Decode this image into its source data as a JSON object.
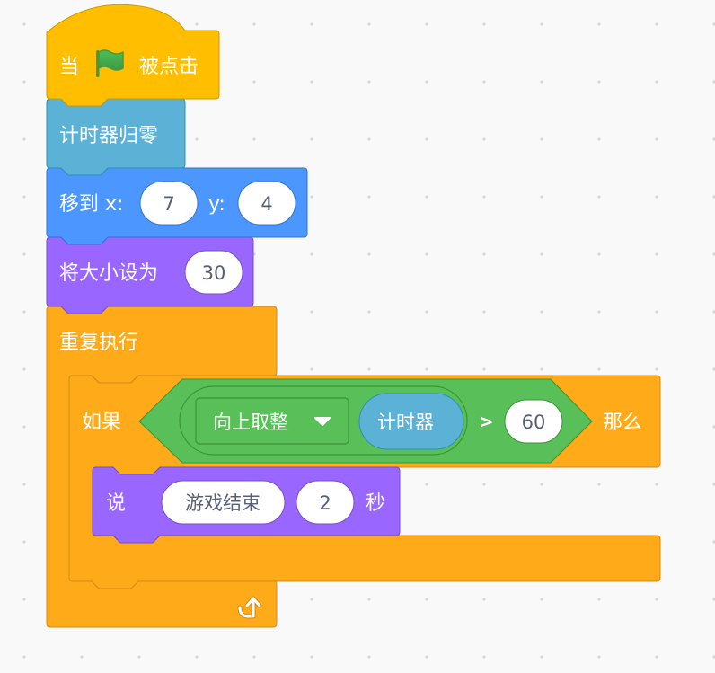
{
  "hat_block": {
    "prefix": "当",
    "suffix": "被点击",
    "icon": "green-flag-icon",
    "color": "#FFBF00"
  },
  "reset_timer_block": {
    "label": "计时器归零",
    "color": "#5CB1D6"
  },
  "goto_block": {
    "label": "移到 x:",
    "x_value": "7",
    "y_label": "y:",
    "y_value": "4",
    "color": "#4C97FF"
  },
  "set_size_block": {
    "label": "将大小设为",
    "value": "30",
    "color": "#9966FF"
  },
  "forever_block": {
    "label": "重复执行",
    "loop_icon": "loop-arrow-icon",
    "color": "#FFAB19"
  },
  "if_block": {
    "label_if": "如果",
    "label_then": "那么",
    "color": "#FFAB19",
    "condition": {
      "math_menu": "向上取整",
      "dropdown_icon": "dropdown-arrow-icon",
      "reporter": "计时器",
      "operator": ">",
      "compare_value": "60",
      "color": "#59C059"
    }
  },
  "say_block": {
    "label": "说",
    "message": "游戏结束",
    "seconds": "2",
    "unit": "秒",
    "color": "#9966FF"
  }
}
